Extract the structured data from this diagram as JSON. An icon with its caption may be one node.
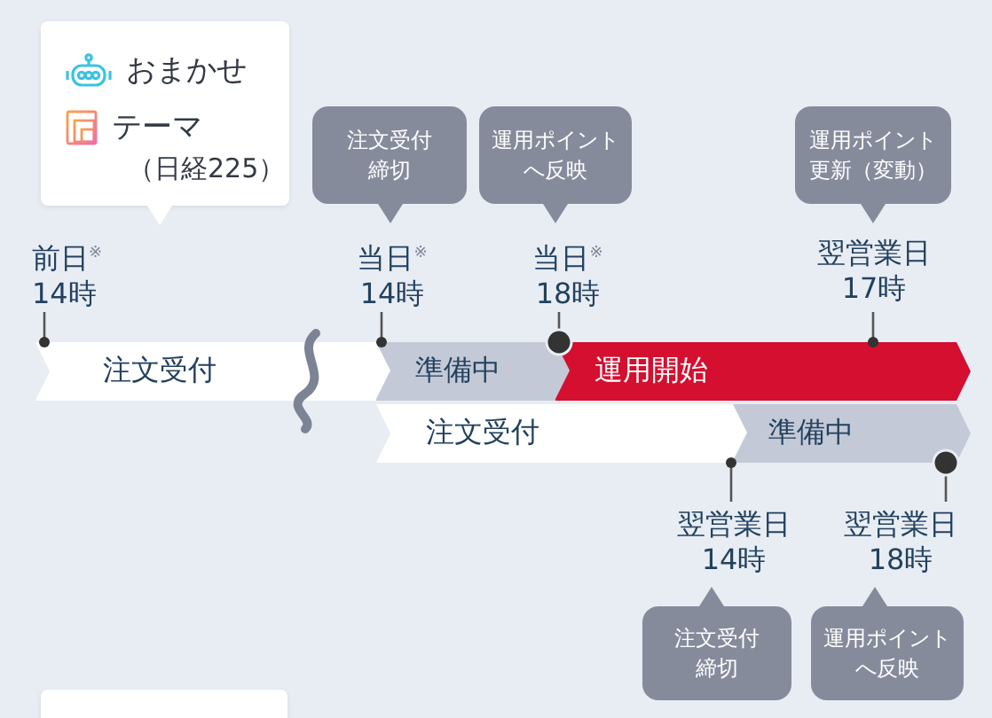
{
  "diagram": {
    "nodes": [
      {
        "text": [
          "おまかせ",
          "テーマ",
          "（日経225）"
        ],
        "beside": [
          "前日$^{※}$ 14時"
        ]
      },
      {
        "text": [
          "注文受付締切"
        ],
        "beside": [
          "当日$^{※}$ 14時"
        ]
      },
      {
        "text": [
          "運用ポイントへ反映"
        ],
        "beside": [
          "当日$^{※}$ 18時"
        ]
      },
      {
        "text": [
          "運用ポイント更新（変動）"
        ],
        "beside": [
          "翌営業日 17時"
        ]
      },
      {
        "text": [
          "注文受付"
        ]
      },
      {
        "text": [
          "準備中"
        ]
      },
      {
        "text": [
          "運用開始"
        ]
      },
      {
        "text": [
          "注文受付"
        ]
      },
      {
        "text": [
          "準備中"
        ]
      },
      {
        "text": [
          "注文受付締切"
        ],
        "beside": [
          "翌営業日 14時"
        ]
      },
      {
        "text": [
          "運用ポイントへ反映"
        ],
        "beside": [
          "翌営業日 18時"
        ]
      }
    ],
    "edges": [
      {
        "from": 0,
        "to": 4,
        "arrow": "other"
      },
      {
        "from": 1,
        "to": 5,
        "arrow": "other"
      },
      {
        "from": 2,
        "to": 6,
        "arrow": "other"
      },
      {
        "from": 3,
        "to": 6,
        "arrow": "other"
      },
      {
        "from": 9,
        "to": 8,
        "arrow": "other"
      },
      {
        "from": 10,
        "to": 8,
        "arrow": "other"
      }
    ]
  }
}
